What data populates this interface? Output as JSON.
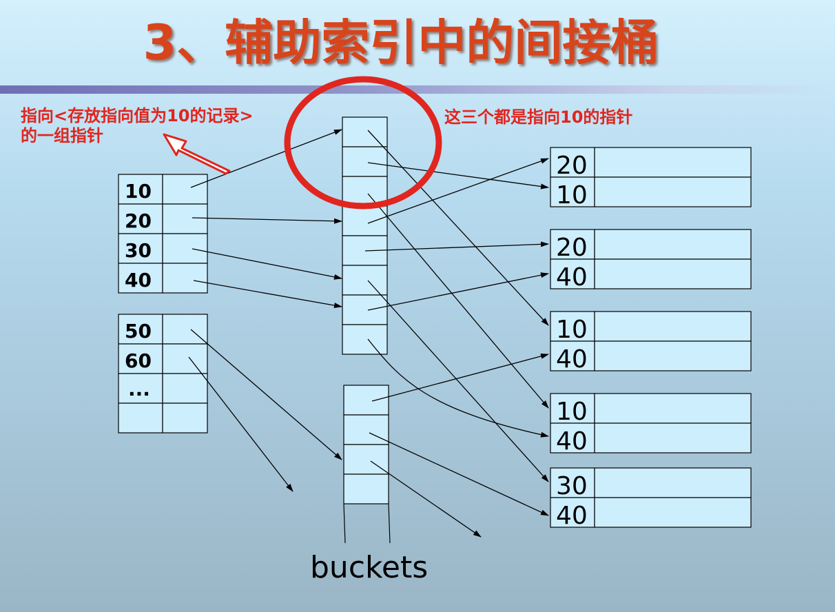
{
  "slide": {
    "title": "3、辅助索引中的间接桶",
    "note_left_line1": "指向<存放指向值为10的记录>",
    "note_left_line2": "的一组指针",
    "note_right": "这三个都是指向10的指针",
    "buckets_label": "buckets"
  },
  "index_keys": {
    "k1": "10",
    "k2": "20",
    "k3": "30",
    "k4": "40",
    "k5": "50",
    "k6": "60",
    "k7": "..."
  },
  "records": {
    "r1a": "20",
    "r1b": "10",
    "r2a": "20",
    "r2b": "40",
    "r3a": "10",
    "r3b": "40",
    "r4a": "10",
    "r4b": "40",
    "r5a": "30",
    "r5b": "40"
  },
  "colors": {
    "title": "#d8441c",
    "annotation": "#e0261f",
    "cell_fill": "#cdeefd",
    "circle": "#e0261f"
  }
}
